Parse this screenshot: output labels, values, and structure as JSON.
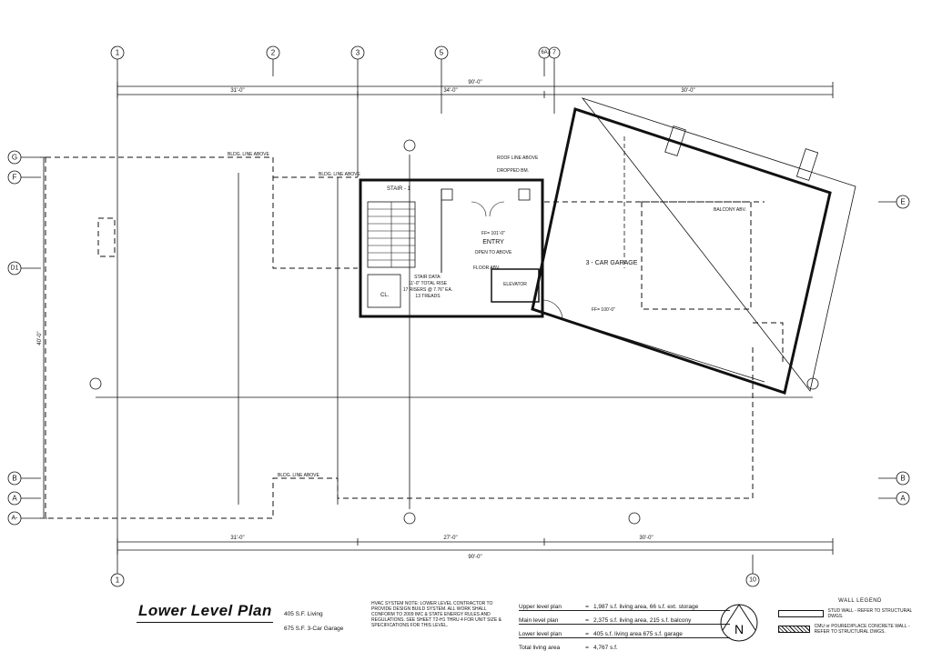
{
  "grid_columns_top": [
    "1",
    "2",
    "3",
    "5",
    "6A",
    "7"
  ],
  "grid_columns_bottom": [
    "1",
    "10"
  ],
  "grid_rows_left": [
    "G",
    "F",
    "D1",
    "B",
    "A",
    "A-"
  ],
  "grid_rows_right": [
    "E",
    "B",
    "A"
  ],
  "dimensions": {
    "overall_top": "90'-0\"",
    "overall_bottom": "90'-0\"",
    "top_seg1": "31'-0\"",
    "top_seg2": "34'-0\"",
    "top_seg3": "30'-0\"",
    "left_overall": "40'-0\"",
    "bottom_seg1": "31'-0\"",
    "bottom_seg2": "27'-0\"",
    "bottom_seg3": "30'-0\""
  },
  "room_labels": {
    "entry": "ENTRY",
    "entry_note": "OPEN TO ABOVE",
    "entry_ff": "FF= 101'-0\"",
    "garage": "3 - CAR GARAGE",
    "garage_ff": "FF= 100'-0\"",
    "stair": "STAIR - 1",
    "closet": "CL.",
    "elevator": "ELEVATOR",
    "stair_data": [
      "STAIR DATA:",
      "11'-0\" TOTAL RISE",
      "17 RISERS @ 7.76\" EA.",
      "13 TREADS"
    ]
  },
  "plan_notes": {
    "bldg_line_above": "BLDG. LINE ABOVE",
    "roof_line_above": "ROOF LINE ABOVE",
    "dropped_bm": "DROPPED BM.",
    "balcony_above": "BALCONY ABV.",
    "floor_above": "FLOOR ABV."
  },
  "title_block": {
    "title": "Lower Level Plan",
    "living_area": "405 S.F.  Living",
    "garage_area": "675 S.F.  3-Car Garage",
    "hvac_note": "HVAC SYSTEM NOTE:  LOWER LEVEL CONTRACTOR TO PROVIDE DESIGN BUILD SYSTEM. ALL WORK SHALL CONFORM TO 2009 IMC & STATE ENERGY RULES AND REGULATIONS. SEE SHEET T2-H1 thru 4 FOR UNIT SIZE & SPECIFICATIONS FOR THIS LEVEL.",
    "area_table": [
      {
        "label": "Upper level plan",
        "value": "1,987 s.f. living area,  66 s.f. ext. storage"
      },
      {
        "label": "Main level plan",
        "value": "2,375 s.f. living area,  215 s.f. balcony"
      },
      {
        "label": "Lower level plan",
        "value": "405 s.f. living area   675 s.f. garage"
      },
      {
        "label": "Total living area",
        "value": "4,767 s.f."
      }
    ],
    "equals": "=",
    "north_label": "N",
    "legend_title": "WALL  LEGEND",
    "legend_items": [
      "STUD WALL - REFER TO STRUCTURAL DWGS.",
      "CMU or POURED/PLACE CONCRETE WALL - REFER TO STRUCTURAL DWGS."
    ]
  }
}
